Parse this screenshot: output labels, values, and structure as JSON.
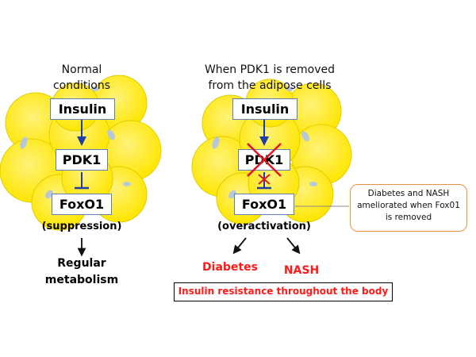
{
  "left_panel": {
    "heading_line1": "Normal",
    "heading_line2": "conditions",
    "insulin": "Insulin",
    "pdk1": "PDK1",
    "foxo1": "FoxO1",
    "foxo1_state": "(suppression)",
    "outcome_line1": "Regular",
    "outcome_line2": "metabolism"
  },
  "right_panel": {
    "heading_line1": "When PDK1 is removed",
    "heading_line2": "from the adipose cells",
    "insulin": "Insulin",
    "pdk1": "PDK1",
    "foxo1": "FoxO1",
    "foxo1_state": "(overactivation)",
    "outcome_diabetes": "Diabetes",
    "outcome_nash": "NASH",
    "resistance_label": "Insulin resistance throughout the body"
  },
  "callout": {
    "line1": "Diabetes and NASH",
    "line2": "ameliorated when Fox01",
    "line3": "is removed"
  },
  "colors": {
    "cell_fill": "#ffe600",
    "cell_edge": "#d9c400",
    "arrow_blue": "#1f3ea8",
    "cross_red": "#e0141e",
    "callout_border": "#e8933c",
    "emphasis_red": "#ff1a1a"
  }
}
